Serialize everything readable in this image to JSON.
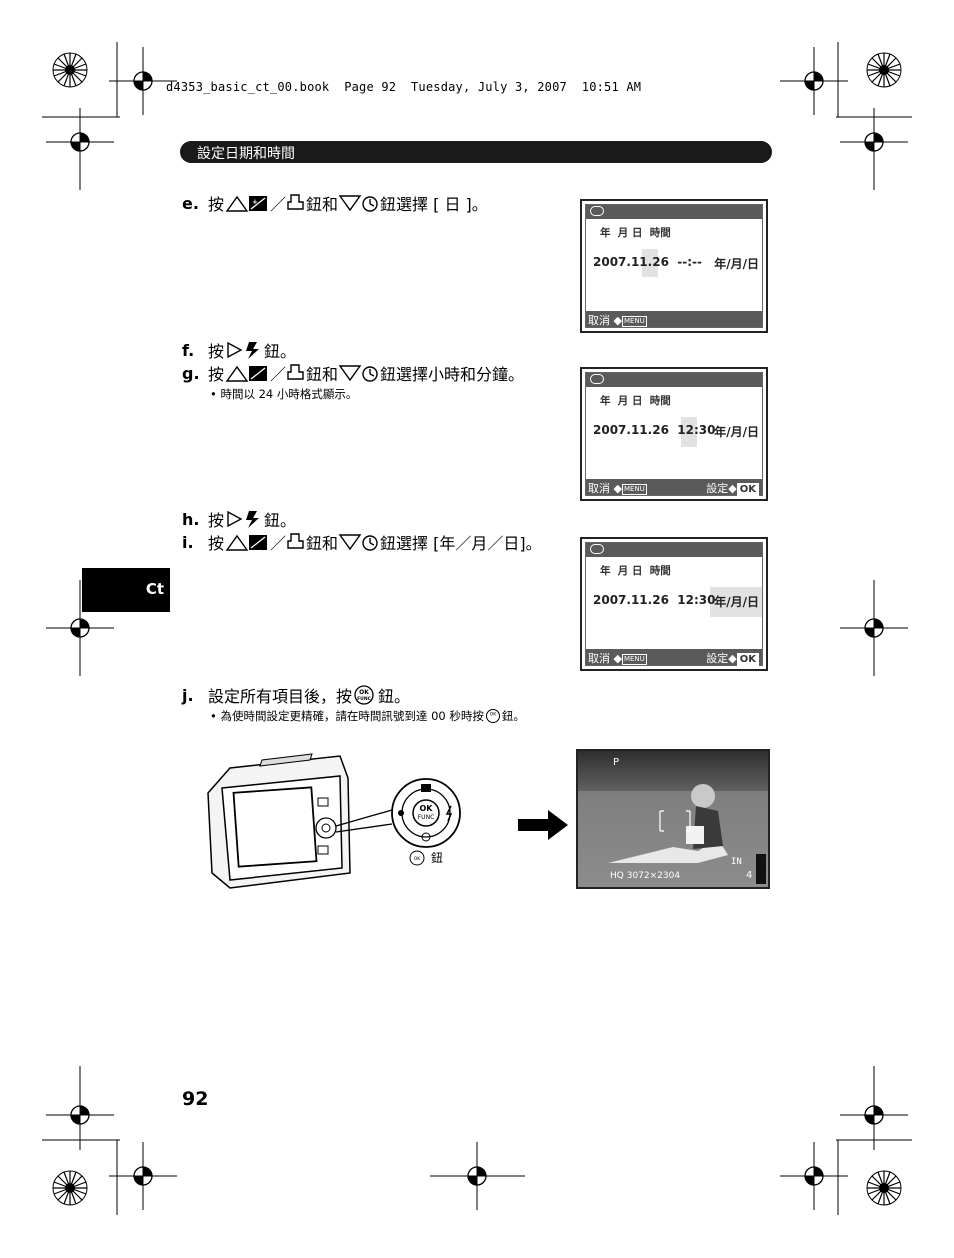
{
  "header": {
    "file_info": "d4353_basic_ct_00.book  Page 92  Tuesday, July 3, 2007  10:51 AM"
  },
  "section_title": "設定日期和時間",
  "steps": {
    "e": {
      "label": "e.",
      "press": "按",
      "sep": "／",
      "mid": "鈕和",
      "end": "鈕選擇 [ 日 ]。"
    },
    "f": {
      "label": "f.",
      "press": "按",
      "end": "鈕。"
    },
    "g": {
      "label": "g.",
      "press": "按",
      "sep": "／",
      "mid": "鈕和",
      "end": "鈕選擇小時和分鐘。",
      "note": "• 時間以 24 小時格式顯示。"
    },
    "h": {
      "label": "h.",
      "press": "按",
      "end": "鈕。"
    },
    "i": {
      "label": "i.",
      "press": "按",
      "sep": "／",
      "mid": "鈕和",
      "end": "鈕選擇 [年／月／日]。"
    },
    "j": {
      "label": "j.",
      "text": "設定所有項目後，按",
      "end": "鈕。",
      "note": "• 為使時間設定更精確，請在時間訊號到達 00 秒時按",
      "note_end": "鈕。"
    }
  },
  "lcd_screens": [
    {
      "headers": "年  月 日  時間",
      "value": "2007.11.26  --:--",
      "format": "年/月/日",
      "cancel": "取消",
      "menu": "MENU",
      "confirm": "",
      "ok": ""
    },
    {
      "headers": "年  月 日  時間",
      "value": "2007.11.26  12:30",
      "format": "年/月/日",
      "cancel": "取消",
      "menu": "MENU",
      "confirm": "設定",
      "ok": "OK"
    },
    {
      "headers": "年  月 日  時間",
      "value": "2007.11.26  12:30",
      "format": "年/月/日",
      "cancel": "取消",
      "menu": "MENU",
      "confirm": "設定",
      "ok": "OK"
    }
  ],
  "side_tab": "Ct",
  "camera_figure": {
    "button_caption": "鈕",
    "ok_label": "OK",
    "func_label": "FUNC"
  },
  "photo_overlay": {
    "mode": "P",
    "memory": "IN",
    "info": "HQ 3072×2304",
    "shots": "4"
  },
  "page_number": "92",
  "icons": [
    "up-exposure-icon",
    "print-icon",
    "down-selftimer-icon",
    "right-flash-icon",
    "ok-func-icon",
    "clock-icon",
    "arrow-right-icon",
    "registration-mark-icon"
  ]
}
